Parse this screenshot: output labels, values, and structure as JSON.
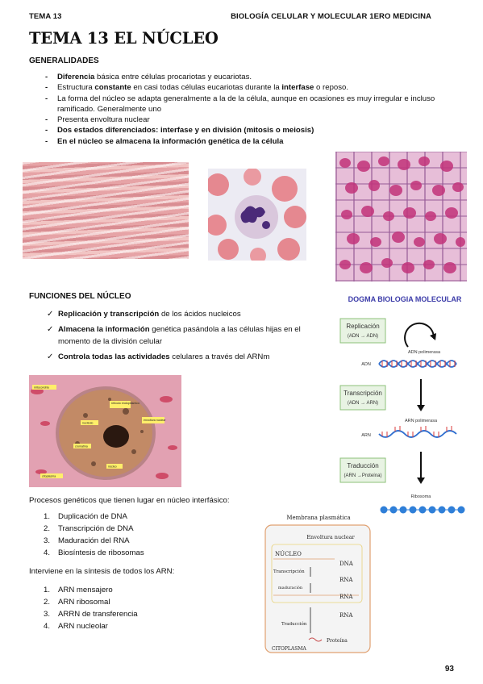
{
  "header": {
    "left": "TEMA 13",
    "right": "BIOLOGÍA CELULAR Y MOLECULAR 1ERO MEDICINA"
  },
  "title": "TEMA 13 EL NÚCLEO",
  "generalidades": {
    "heading": "GENERALIDADES",
    "items": [
      {
        "b": "Diferencia",
        "t": " básica entre células procariotas y eucariotas."
      },
      {
        "a": "Estructura ",
        "b": "constante",
        "t": " en casi todas células eucariotas durante la ",
        "b2": "interfase",
        "t2": " o reposo."
      },
      {
        "t": "La forma del núcleo se adapta generalmente a la de la célula, aunque en ocasiones es muy irregular e incluso ramificado. Generalmente uno"
      },
      {
        "t": "Presenta envoltura nuclear"
      },
      {
        "all_bold": "Dos estados diferenciados: interfase y en división (mitosis o meiosis)"
      },
      {
        "all_bold": "En el núcleo se almacena la información genética de la célula"
      }
    ]
  },
  "funciones": {
    "heading": "FUNCIONES DEL NÚCLEO",
    "items": [
      {
        "b": "Replicación y transcripción",
        "t": " de los ácidos nucleicos"
      },
      {
        "b": "Almacena la información",
        "t": " genética pasándola a las células hijas en el momento de la división celular"
      },
      {
        "b": "Controla todas las actividades",
        "t": " celulares a través del ARNm"
      }
    ]
  },
  "dogma": {
    "title": "DOGMA BIOLOGIA MOLECULAR",
    "replicacion": "Replicación",
    "replicacion_sub": "(ADN → ADN)",
    "adn_polimerasa": "ADN polimerasa",
    "adn": "ADN",
    "transcripcion": "Transcripción",
    "transcripcion_sub": "(ADN → ARN)",
    "arn_polimerasa": "ARN polimerasa",
    "arn": "ARN",
    "traduccion": "Traducción",
    "traduccion_sub": "(ARN →Proteína)",
    "ribosoma": "Ribosoma"
  },
  "nucleus_labels": [
    "mitocondria",
    "retículo endoplásmico",
    "nucléolo",
    "envoltura nuclear",
    "cromatina",
    "núcleo",
    "citoplasma"
  ],
  "procesos": {
    "heading": "Procesos genéticos que tienen lugar en núcleo interfásico:",
    "items": [
      "Duplicación de DNA",
      "Transcripción de DNA",
      "Maduración del RNA",
      "Biosíntesis de ribosomas"
    ]
  },
  "arn": {
    "heading": "Interviene en la síntesis de todos los ARN:",
    "items": [
      "ARN mensajero",
      "ARN ribosomal",
      "ARRN de transferencia",
      "ARN nucleolar"
    ]
  },
  "membrana_diagram": {
    "top": "Membrana plasmática",
    "envoltura": "Envoltura nuclear",
    "nucleo": "NÚCLEO",
    "dna": "DNA",
    "transcripcion": "Transcripción",
    "rna1": "RNA",
    "maduracion": "maduración",
    "rna2": "RNA",
    "rna3": "RNA",
    "traduccion": "Traducción",
    "proteina": "Proteína",
    "citoplasma": "CITOPLASMA"
  },
  "page_number": "93",
  "colors": {
    "dogma_title": "#3b3ba8",
    "dogma_box_fill": "#e8f3e3",
    "dogma_box_border": "#8cc07a",
    "dna_blue": "#2f6fd0",
    "dna_red": "#d93b3b",
    "ribosome": "#2f7fd8",
    "membrane_orange": "#e0a070"
  }
}
